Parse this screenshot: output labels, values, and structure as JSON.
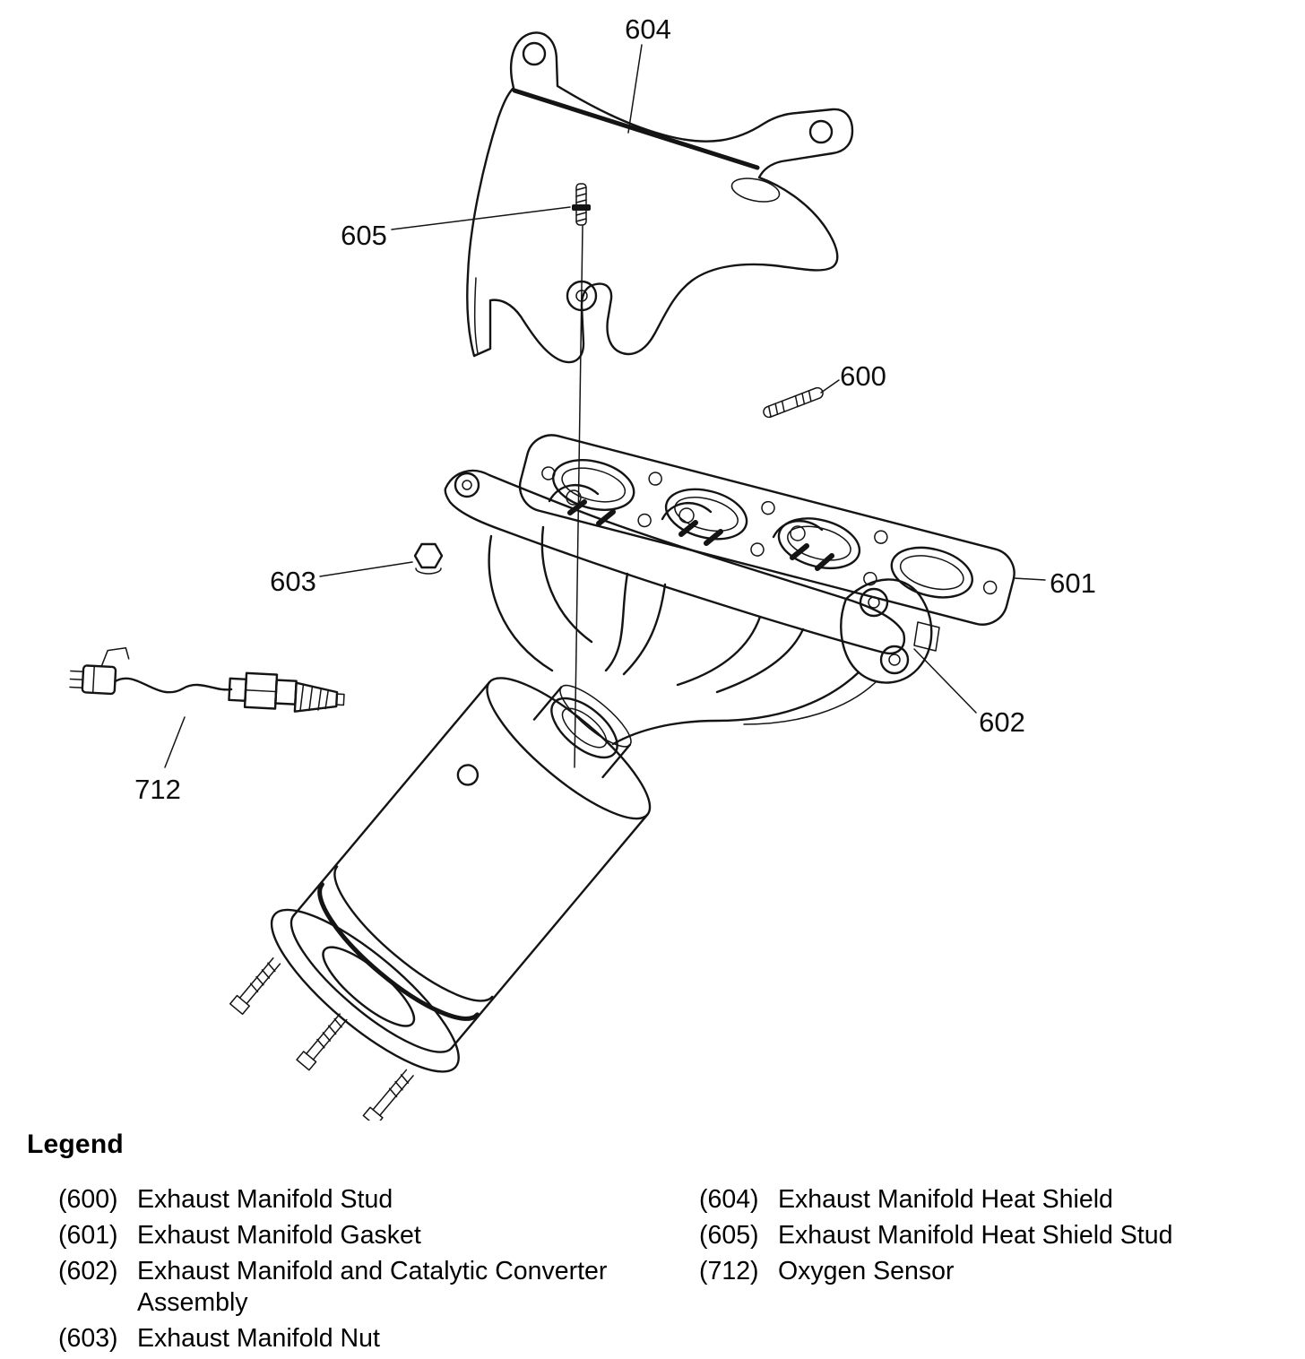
{
  "colors": {
    "ink": "#141414",
    "paper": "#ffffff"
  },
  "callouts": {
    "manifold_stud": "600",
    "gasket": "601",
    "manifold_converter_assembly": "602",
    "manifold_nut": "603",
    "heat_shield": "604",
    "heat_shield_stud": "605",
    "oxygen_sensor": "712"
  },
  "legend": {
    "title": "Legend",
    "left_column": [
      {
        "id": "(600)",
        "label": "Exhaust Manifold Stud"
      },
      {
        "id": "(601)",
        "label": "Exhaust Manifold Gasket"
      },
      {
        "id": "(602)",
        "label": "Exhaust Manifold and Catalytic Converter Assembly"
      },
      {
        "id": "(603)",
        "label": "Exhaust Manifold Nut"
      }
    ],
    "right_column": [
      {
        "id": "(604)",
        "label": "Exhaust Manifold Heat Shield"
      },
      {
        "id": "(605)",
        "label": "Exhaust Manifold Heat Shield Stud"
      },
      {
        "id": "(712)",
        "label": "Oxygen Sensor"
      }
    ]
  }
}
